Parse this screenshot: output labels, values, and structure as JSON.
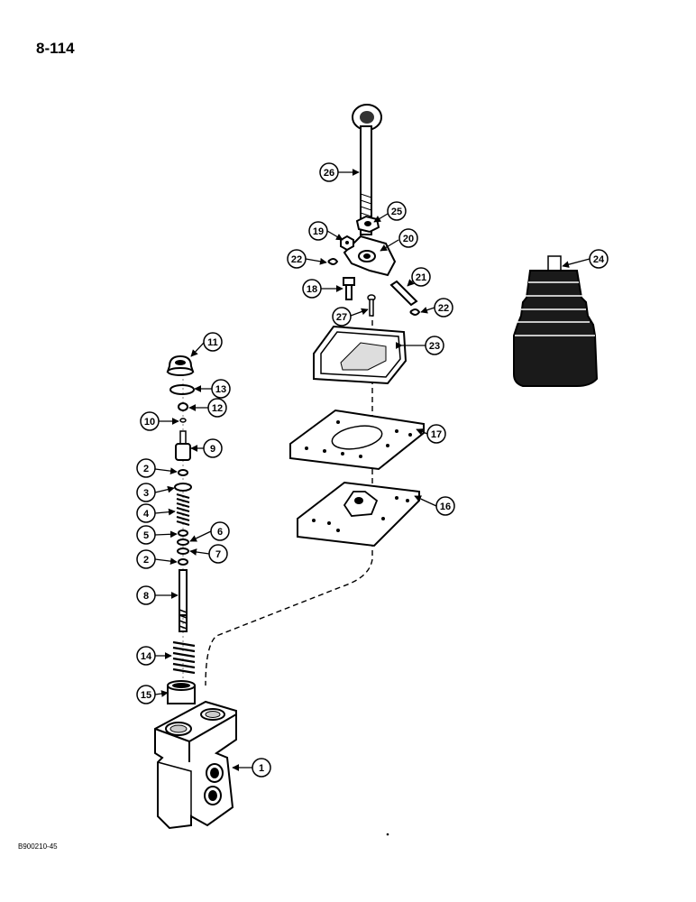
{
  "page_number": "8-114",
  "figure_code": "B900210-45",
  "callouts": [
    "1",
    "2",
    "3",
    "4",
    "5",
    "6",
    "7",
    "8",
    "9",
    "10",
    "11",
    "12",
    "13",
    "14",
    "15",
    "16",
    "17",
    "18",
    "19",
    "20",
    "21",
    "22",
    "23",
    "24",
    "25",
    "26",
    "27"
  ]
}
